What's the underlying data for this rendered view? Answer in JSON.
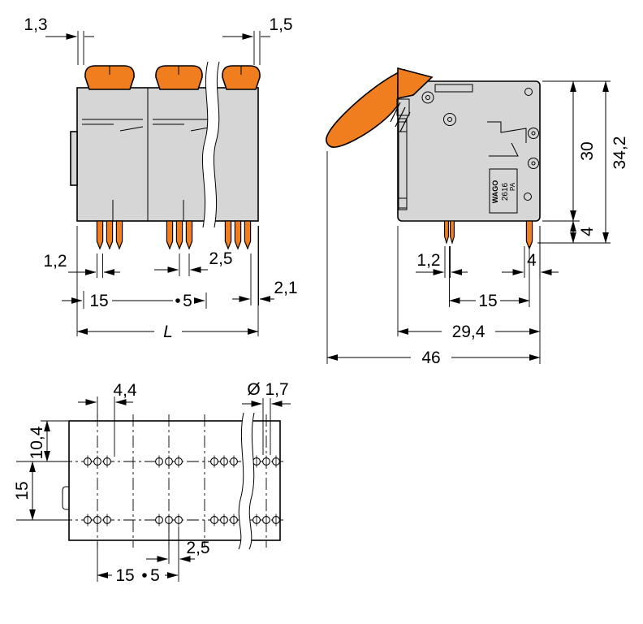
{
  "drawing_title": "terminal-block-dimension-drawing",
  "front_view": {
    "dims": {
      "lever_offset": "1,3",
      "lever_edge": "1,5",
      "pin_width": "1,2",
      "pin_pitch": "2,5",
      "pole_pitch": "15",
      "half_pitch": "5",
      "edge_offset": "2,1",
      "total_length": "L"
    }
  },
  "side_view": {
    "dims": {
      "body_height": "30",
      "total_height": "34,2",
      "pin_length_right": "4",
      "pin_width": "1,2",
      "pin_edge_offset": "4",
      "pin_spacing": "15",
      "body_depth": "29,4",
      "total_depth": "46"
    },
    "markings": {
      "brand": "WAGO",
      "series": "2616",
      "material": "PA"
    }
  },
  "bottom_view": {
    "dims": {
      "hole_offset": "4,4",
      "hole_diameter": "Ø 1,7",
      "row_offset": "10,4",
      "row_pitch": "15",
      "hole_pitch": "2,5",
      "pole_pitch": "15",
      "half_pitch": "5"
    }
  },
  "colors": {
    "lever_orange": "#f07e1f",
    "body_gray": "#d6d6d6",
    "line_black": "#000000"
  }
}
